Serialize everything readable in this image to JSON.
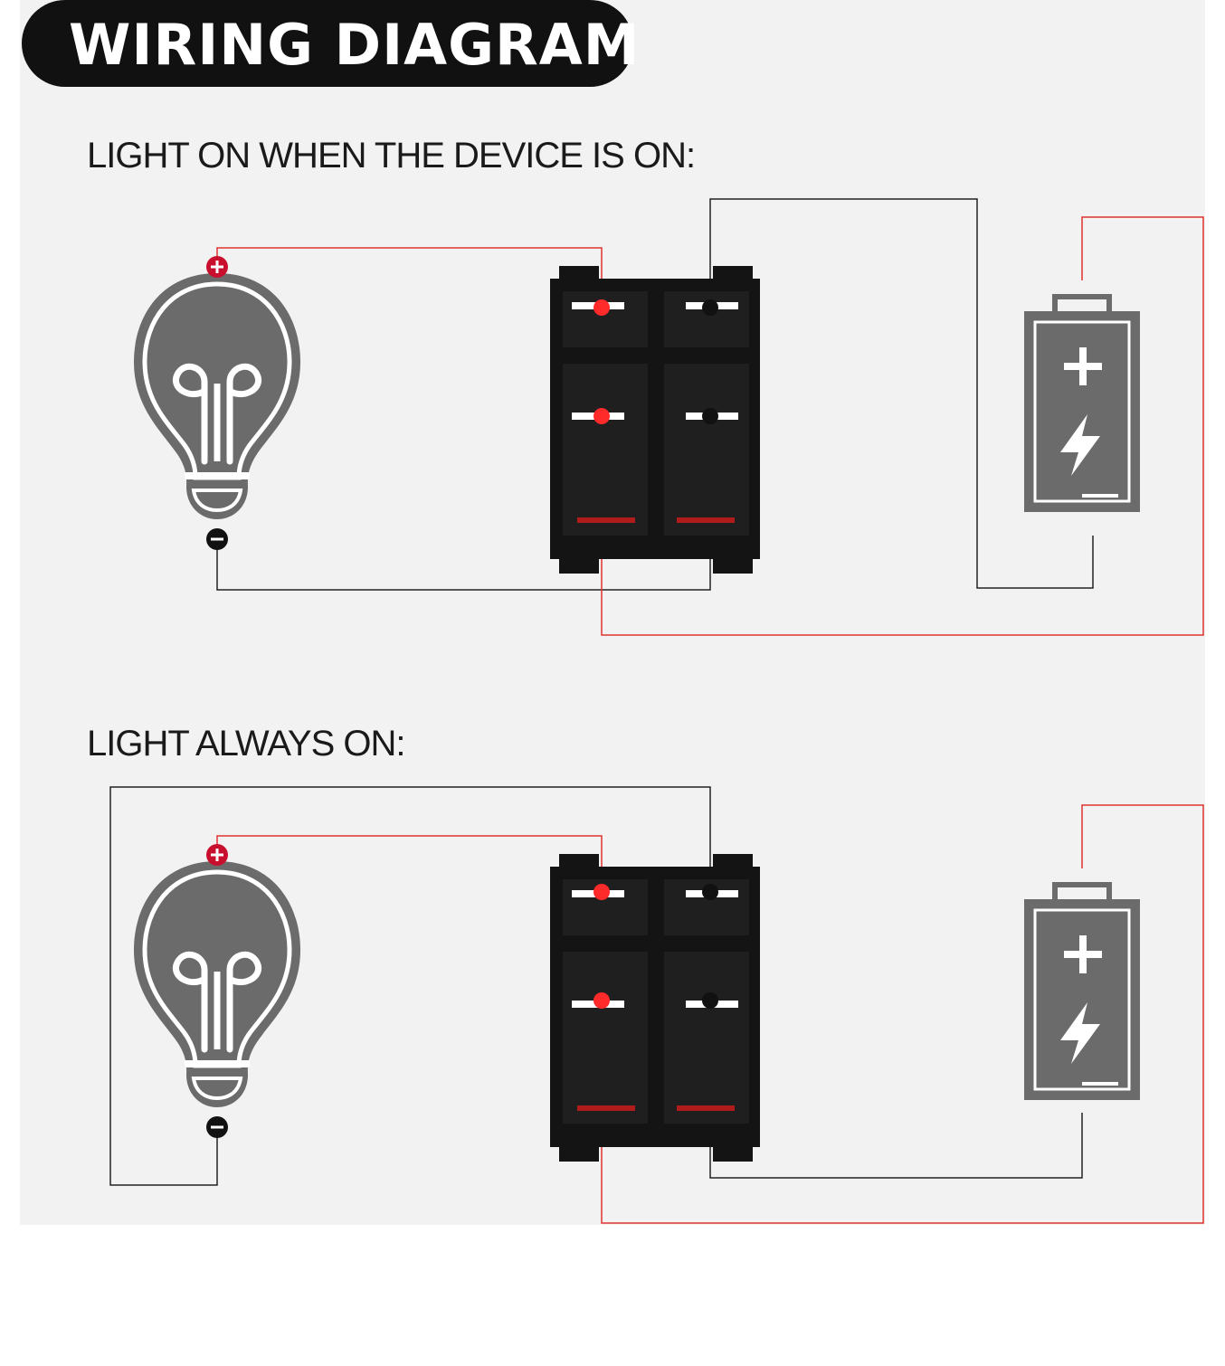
{
  "header": {
    "title": "WIRING DIAGRAM"
  },
  "diagrams": [
    {
      "label": "LIGHT ON WHEN THE DEVICE IS ON:"
    },
    {
      "label": "LIGHT ALWAYS ON:"
    }
  ],
  "colors": {
    "positive_wire": "#e0332e",
    "negative_wire": "#222222",
    "icon_gray": "#6b6b6b",
    "switch_body": "#141414",
    "indicator_red": "#ff2a2a"
  },
  "icons": {
    "bulb": "light-bulb-icon",
    "battery": "battery-icon",
    "switch": "rocker-switch-icon",
    "plus": "plus-terminal-icon",
    "minus": "minus-terminal-icon"
  }
}
